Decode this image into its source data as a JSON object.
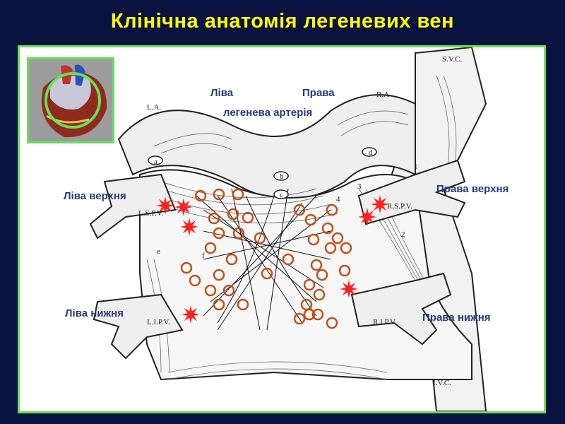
{
  "title": "Клінічна анатомія легеневих вен",
  "labels": {
    "left_pa": "Ліва",
    "right_pa": "Права",
    "pulmonary_artery": "легенева артерія",
    "left_upper": "Ліва верхня",
    "right_upper": "Права верхня",
    "left_lower": "Ліва нижня",
    "right_lower": "Права нижня"
  },
  "diagram_text": {
    "svc": "S.V.C.",
    "ra": "R.A",
    "la": "L.A.",
    "lspv": "L.S.P.V.",
    "rspv": "R.S.P.V.",
    "lipv": "L.I.P.V.",
    "ripv": "R.I.P.V.",
    "ivc": "I.V.C.",
    "a": "a",
    "b": "b",
    "c": "c",
    "d": "d",
    "e": "e",
    "f": "f",
    "n1": "1",
    "n2": "2",
    "n3": "3",
    "n4": "4"
  },
  "colors": {
    "background": "#0a1340",
    "title": "#ffff00",
    "frame_border": "#66e05a",
    "label_text": "#2a3a78",
    "ganglion_marker": "#c0501a",
    "star_marker": "#ff2020"
  },
  "markers": {
    "ganglion_count": 38,
    "star_count": 7
  }
}
